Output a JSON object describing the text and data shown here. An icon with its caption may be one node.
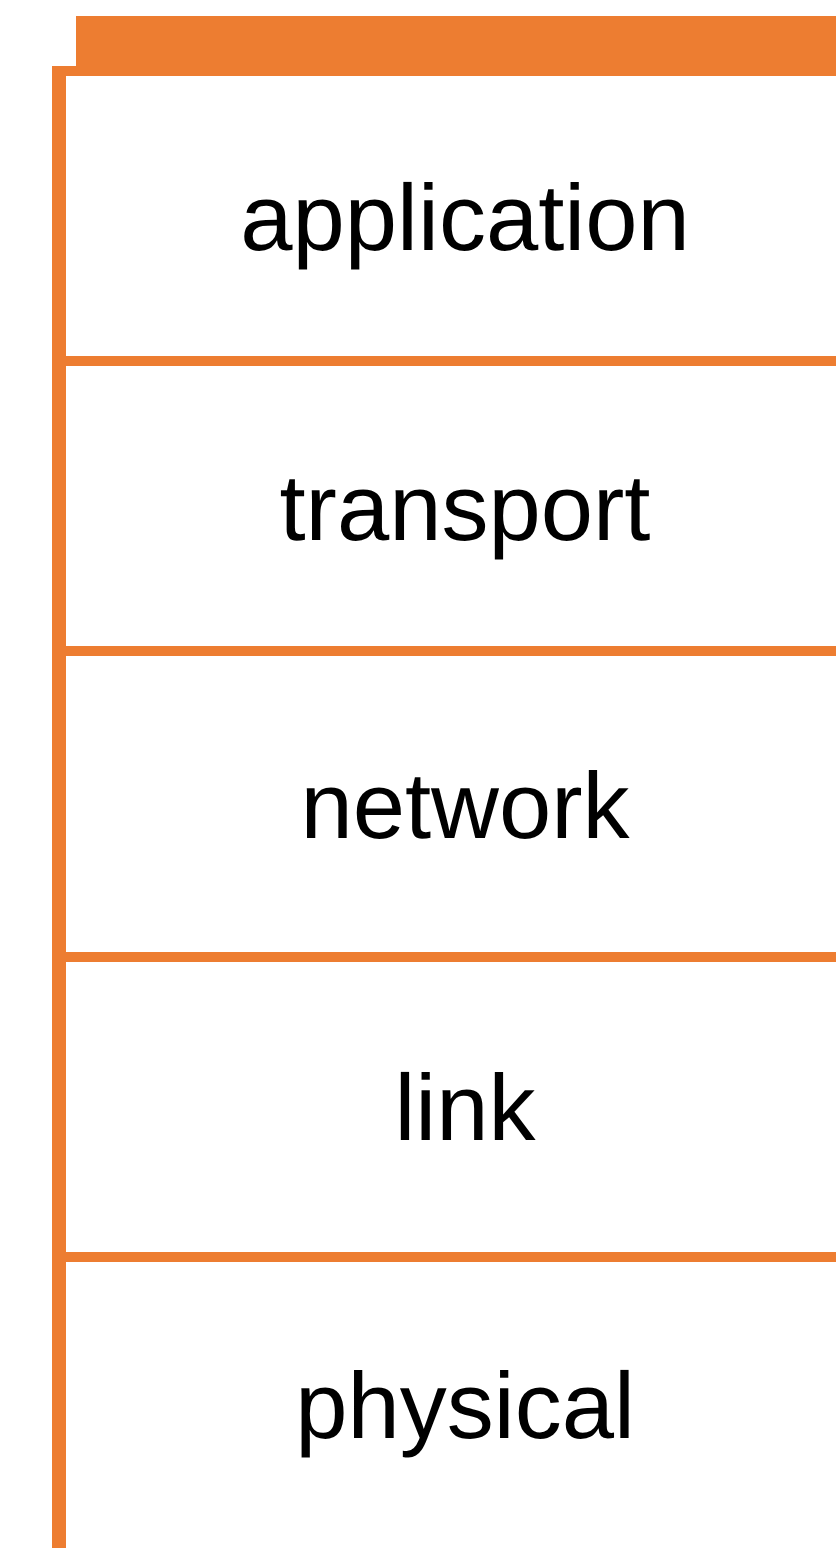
{
  "diagram": {
    "nodes": [
      {
        "text": [],
        "shape": "bar"
      },
      {
        "text": [
          "application"
        ]
      },
      {
        "text": [
          "transport"
        ]
      },
      {
        "text": [
          "network"
        ]
      },
      {
        "text": [
          "link"
        ]
      },
      {
        "text": [
          "physical"
        ]
      }
    ]
  }
}
